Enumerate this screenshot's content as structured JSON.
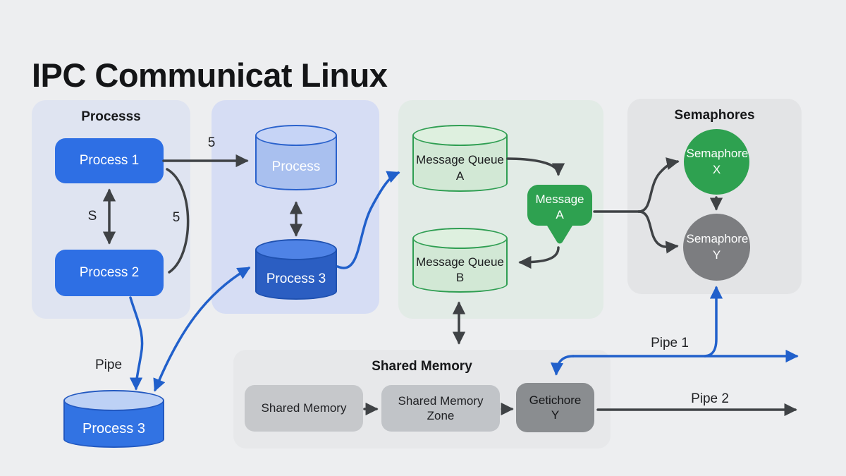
{
  "title": "IPC Communicat Linux",
  "panels": {
    "processes": {
      "title": "Processs"
    },
    "semaphores": {
      "title": "Semaphores"
    },
    "shared_memory": {
      "title": "Shared Memory"
    }
  },
  "nodes": {
    "process1": "Process 1",
    "process2": "Process 2",
    "process_store": "Process",
    "process3_mid": "Process 3",
    "message_queue_a": "Message Queue A",
    "message_queue_b": "Message Queue B",
    "message_a": "Message A",
    "semaphore_x": "Semaphore X",
    "semaphore_y": "Semaphore Y",
    "shared_memory_box": "Shared Memory",
    "shared_memory_zone": "Shared Memory Zone",
    "getichore_y": "Getichore Y",
    "process3_bottom": "Process 3"
  },
  "edge_labels": {
    "five_top": "5",
    "s_left": "S",
    "five_right": "5",
    "pipe": "Pipe",
    "pipe1": "Pipe 1",
    "pipe2": "Pipe 2"
  },
  "colors": {
    "background": "#edeef0",
    "panel_blue_light": "#dfe4f1",
    "panel_blue": "#d6ddf4",
    "panel_green": "#e2ebe6",
    "panel_gray": "#e3e4e6",
    "panel_gray_light": "#e7e8ea",
    "process_blue": "#2e6fe4",
    "cylinder_light_blue": "#a9c0ef",
    "cylinder_dark_blue": "#2b5ec2",
    "cylinder_mid_blue": "#3273e3",
    "queue_green_fill": "#d2e8d5",
    "queue_green_border": "#2f9e52",
    "accent_green": "#2ea150",
    "semaphore_gray": "#7c7d80",
    "shared_box_gray": "#c6c8cb",
    "getichore_gray": "#8a8d90",
    "arrow_dark": "#3f4245",
    "arrow_blue": "#2160cb"
  }
}
